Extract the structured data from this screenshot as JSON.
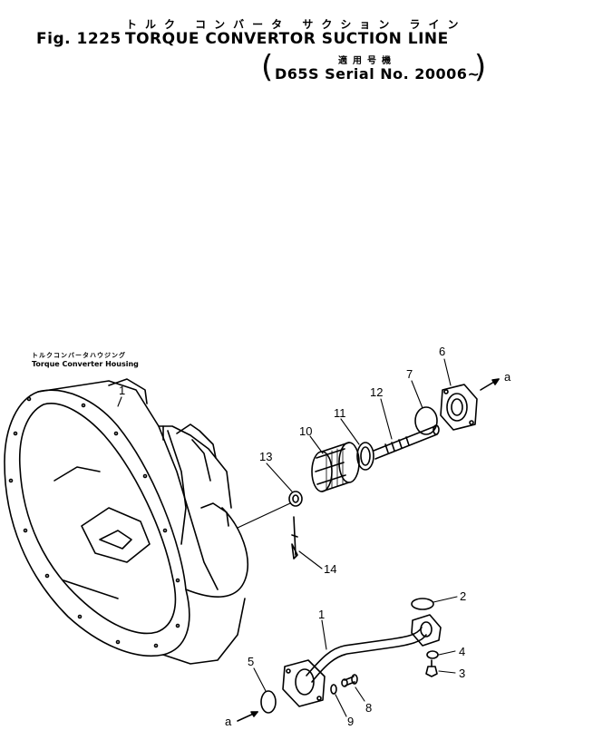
{
  "header": {
    "title_jp": "トルク コンバータ サクション ライン",
    "fig_label": "Fig. 1225",
    "title_en": "TORQUE CONVERTOR SUCTION LINE",
    "applicable_jp": "適用号機",
    "serial": "D65S Serial No. 20006~",
    "paren_open": "(",
    "paren_close": ")"
  },
  "housing_label": {
    "jp": "トルクコンバータハウジング",
    "en": "Torque Converter Housing"
  },
  "callouts": {
    "c1a": "1",
    "c1b": "1",
    "c2": "2",
    "c3": "3",
    "c4": "4",
    "c5": "5",
    "c6": "6",
    "c7": "7",
    "c8": "8",
    "c9": "9",
    "c10": "10",
    "c11": "11",
    "c12": "12",
    "c13": "13",
    "c14": "14",
    "a1": "a",
    "a2": "a"
  }
}
